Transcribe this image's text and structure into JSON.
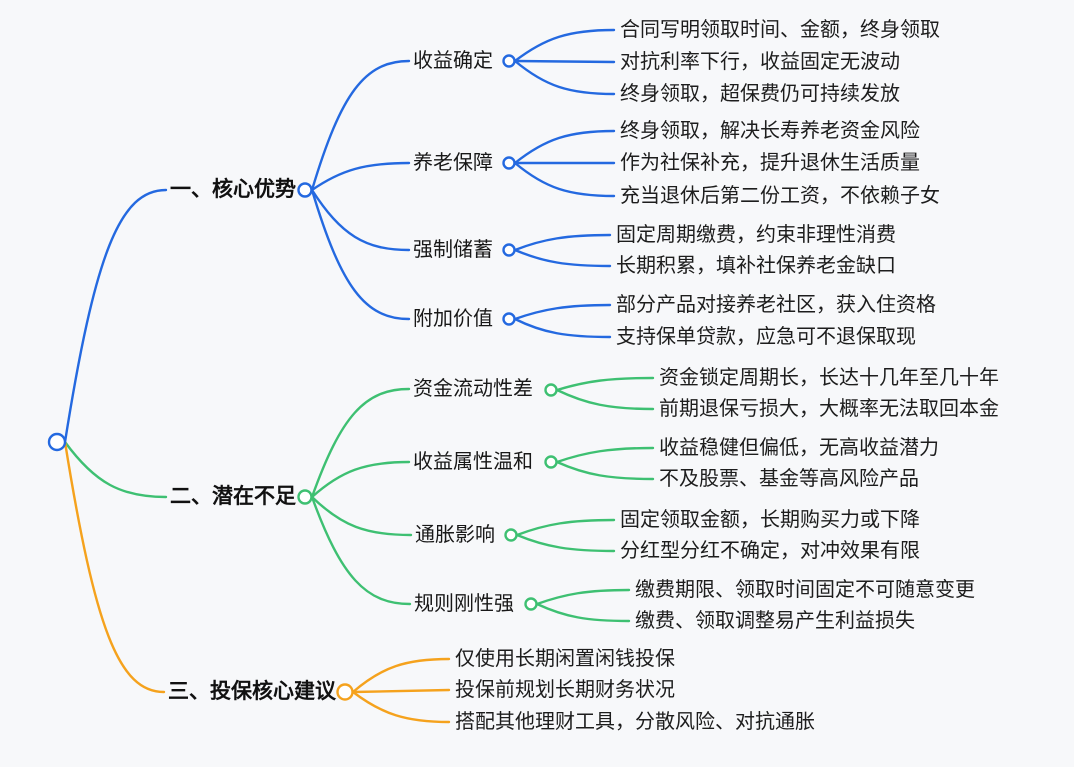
{
  "canvas": {
    "background": "#f7f8fa"
  },
  "colors": {
    "branch1": "#2469e0",
    "branch2": "#3ec072",
    "branch3": "#f5a21d",
    "text": "#1d1d1d"
  },
  "mindmap": {
    "branches": [
      {
        "label": "一、核心优势",
        "children": [
          {
            "label": "收益确定",
            "leaves": [
              "合同写明领取时间、金额，终身领取",
              "对抗利率下行，收益固定无波动",
              "终身领取，超保费仍可持续发放"
            ]
          },
          {
            "label": "养老保障",
            "leaves": [
              "终身领取，解决长寿养老资金风险",
              "作为社保补充，提升退休生活质量",
              "充当退休后第二份工资，不依赖子女"
            ]
          },
          {
            "label": "强制储蓄",
            "leaves": [
              "固定周期缴费，约束非理性消费",
              "长期积累，填补社保养老金缺口"
            ]
          },
          {
            "label": "附加价值",
            "leaves": [
              "部分产品对接养老社区，获入住资格",
              "支持保单贷款，应急可不退保取现"
            ]
          }
        ]
      },
      {
        "label": "二、潜在不足",
        "children": [
          {
            "label": "资金流动性差",
            "leaves": [
              "资金锁定周期长，长达十几年至几十年",
              "前期退保亏损大，大概率无法取回本金"
            ]
          },
          {
            "label": "收益属性温和",
            "leaves": [
              "收益稳健但偏低，无高收益潜力",
              "不及股票、基金等高风险产品"
            ]
          },
          {
            "label": "通胀影响",
            "leaves": [
              "固定领取金额，长期购买力或下降",
              "分红型分红不确定，对冲效果有限"
            ]
          },
          {
            "label": "规则刚性强",
            "leaves": [
              "缴费期限、领取时间固定不可随意变更",
              "缴费、领取调整易产生利益损失"
            ]
          }
        ]
      },
      {
        "label": "三、投保核心建议",
        "leaves": [
          "仅使用长期闲置闲钱投保",
          "投保前规划长期财务状况",
          "搭配其他理财工具，分散风险、对抗通胀"
        ]
      }
    ]
  }
}
